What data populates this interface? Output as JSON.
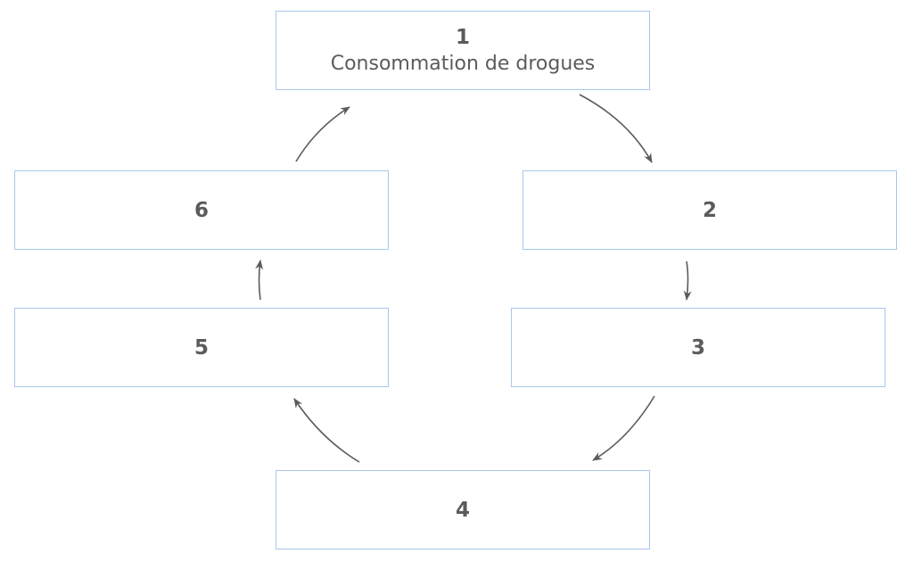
{
  "nodes": [
    {
      "number": "1",
      "label": "Consommation de drogues"
    },
    {
      "number": "2",
      "label": ""
    },
    {
      "number": "3",
      "label": ""
    },
    {
      "number": "4",
      "label": ""
    },
    {
      "number": "5",
      "label": ""
    },
    {
      "number": "6",
      "label": ""
    }
  ],
  "edges": [
    {
      "from": "1",
      "to": "2"
    },
    {
      "from": "2",
      "to": "3"
    },
    {
      "from": "3",
      "to": "4"
    },
    {
      "from": "4",
      "to": "5"
    },
    {
      "from": "5",
      "to": "6"
    },
    {
      "from": "6",
      "to": "1"
    }
  ],
  "colors": {
    "box_border": "#a9c6ee",
    "text": "#5b5b5b",
    "arrow": "#5b5b5b"
  }
}
